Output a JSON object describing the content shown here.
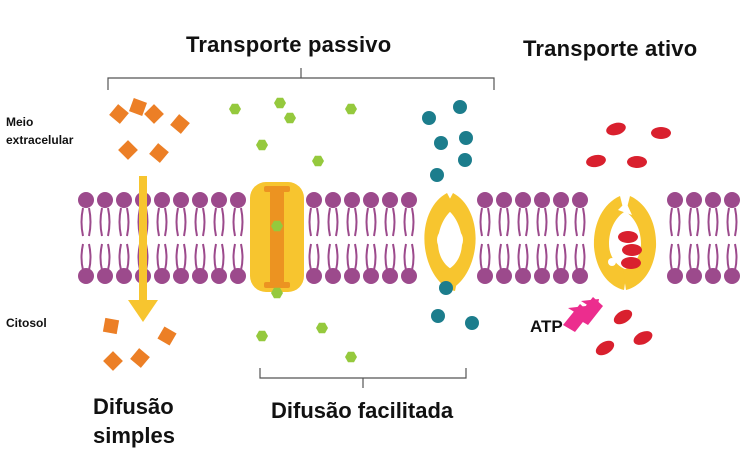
{
  "labels": {
    "passive_title": "Transporte passivo",
    "active_title": "Transporte ativo",
    "extracellular_line1": "Meio",
    "extracellular_line2": "extracelular",
    "cytosol": "Citosol",
    "simple_diffusion_line1": "Difusão",
    "simple_diffusion_line2": "simples",
    "facilitated_diffusion": "Difusão facilitada",
    "atp": "ATP"
  },
  "colors": {
    "membrane": "#9c4a8c",
    "protein": "#f7c52f",
    "protein_channel": "#ec9321",
    "arrow": "#f7c52f",
    "square_molecule": "#ec7f26",
    "hex_molecule": "#95c93d",
    "circle_molecule": "#1c7d8c",
    "ellipse_molecule": "#d9202e",
    "atp_arrow": "#ec2d8e"
  },
  "icons": {
    "bilayer": "phospholipid-bilayer",
    "channel": "channel-protein-icon",
    "carrier": "carrier-protein-icon",
    "pump": "pump-protein-icon",
    "atp": "double-chevron-icon"
  }
}
